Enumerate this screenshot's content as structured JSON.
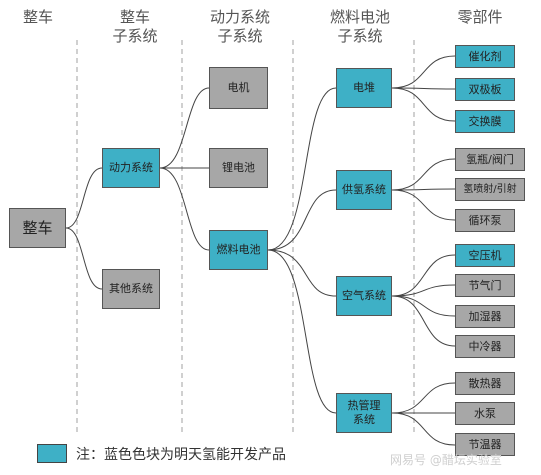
{
  "colors": {
    "highlight": "#3eb0c6",
    "neutral": "#a7a7a7",
    "line": "#444444"
  },
  "headers": [
    "整车",
    "整车\n子系统",
    "动力系统\n子系统",
    "燃料电池\n子系统",
    "零部件"
  ],
  "nodes": {
    "vehicle": "整车",
    "power_system": "动力系统",
    "other_system": "其他系统",
    "motor": "电机",
    "battery": "锂电池",
    "fuel_cell": "燃料电池",
    "stack": "电堆",
    "hydrogen_supply": "供氢系统",
    "air_system": "空气系统",
    "thermal_mgmt": "热管理\n系统",
    "catalyst": "催化剂",
    "bipolar_plate": "双极板",
    "membrane": "交换膜",
    "h2_valve": "氢瓶/阀门",
    "h2_injector": "氢喷射/引射",
    "circ_pump": "循环泵",
    "air_compressor": "空压机",
    "throttle": "节气门",
    "humidifier": "加湿器",
    "intercooler": "中冷器",
    "radiator": "散热器",
    "water_pump": "水泵",
    "thermostat": "节温器"
  },
  "legend": "注：蓝色色块为明天氢能开发产品",
  "watermark": "网易号 @醋坛实验室"
}
